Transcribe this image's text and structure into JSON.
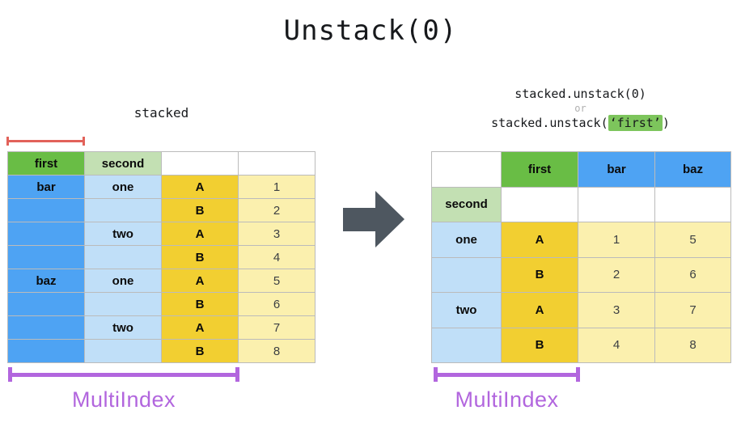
{
  "title": "Unstack(0)",
  "colors": {
    "green": "#69bd45",
    "ltgreen": "#c3e0b3",
    "blue": "#4ea3f3",
    "ltblue": "#c0dff8",
    "gold": "#f2cf31",
    "ltyellow": "#fbf0ae",
    "grid_line": "#bbbbbb",
    "purple": "#b266de",
    "red": "#e2625a",
    "arrow": "#4e5760",
    "highlight": "#7dc55c",
    "or_gray": "#b0b0b0"
  },
  "left_panel": {
    "caption": "stacked",
    "multiindex_label": "MultiIndex",
    "table_rows": [
      [
        [
          "first",
          "green",
          1
        ],
        [
          "second",
          "ltgreen",
          1
        ],
        [
          "",
          "white",
          0
        ],
        [
          "",
          "white",
          0
        ]
      ],
      [
        [
          "bar",
          "blue",
          1
        ],
        [
          "one",
          "ltblue",
          1
        ],
        [
          "A",
          "gold",
          1
        ],
        [
          "1",
          "ltyellow",
          0
        ]
      ],
      [
        [
          "",
          "blue",
          0
        ],
        [
          "",
          "ltblue",
          0
        ],
        [
          "B",
          "gold",
          1
        ],
        [
          "2",
          "ltyellow",
          0
        ]
      ],
      [
        [
          "",
          "blue",
          0
        ],
        [
          "two",
          "ltblue",
          1
        ],
        [
          "A",
          "gold",
          1
        ],
        [
          "3",
          "ltyellow",
          0
        ]
      ],
      [
        [
          "",
          "blue",
          0
        ],
        [
          "",
          "ltblue",
          0
        ],
        [
          "B",
          "gold",
          1
        ],
        [
          "4",
          "ltyellow",
          0
        ]
      ],
      [
        [
          "baz",
          "blue",
          1
        ],
        [
          "one",
          "ltblue",
          1
        ],
        [
          "A",
          "gold",
          1
        ],
        [
          "5",
          "ltyellow",
          0
        ]
      ],
      [
        [
          "",
          "blue",
          0
        ],
        [
          "",
          "ltblue",
          0
        ],
        [
          "B",
          "gold",
          1
        ],
        [
          "6",
          "ltyellow",
          0
        ]
      ],
      [
        [
          "",
          "blue",
          0
        ],
        [
          "two",
          "ltblue",
          1
        ],
        [
          "A",
          "gold",
          1
        ],
        [
          "7",
          "ltyellow",
          0
        ]
      ],
      [
        [
          "",
          "blue",
          0
        ],
        [
          "",
          "ltblue",
          0
        ],
        [
          "B",
          "gold",
          1
        ],
        [
          "8",
          "ltyellow",
          0
        ]
      ]
    ]
  },
  "right_panel": {
    "caption_line1": "stacked.unstack(0)",
    "caption_or": "or",
    "caption_line2_prefix": "stacked.unstack(",
    "caption_line2_highlight": "‘first’",
    "caption_line2_suffix": ")",
    "multiindex_label": "MultiIndex",
    "table_rows": [
      [
        [
          "",
          "white",
          0
        ],
        [
          "first",
          "green",
          1
        ],
        [
          "bar",
          "blue",
          1
        ],
        [
          "baz",
          "blue",
          1
        ]
      ],
      [
        [
          "second",
          "ltgreen",
          1
        ],
        [
          "",
          "white",
          0
        ],
        [
          "",
          "white",
          0
        ],
        [
          "",
          "white",
          0
        ]
      ],
      [
        [
          "one",
          "ltblue",
          1
        ],
        [
          "A",
          "gold",
          1
        ],
        [
          "1",
          "ltyellow",
          0
        ],
        [
          "5",
          "ltyellow",
          0
        ]
      ],
      [
        [
          "",
          "ltblue",
          0
        ],
        [
          "B",
          "gold",
          1
        ],
        [
          "2",
          "ltyellow",
          0
        ],
        [
          "6",
          "ltyellow",
          0
        ]
      ],
      [
        [
          "two",
          "ltblue",
          1
        ],
        [
          "A",
          "gold",
          1
        ],
        [
          "3",
          "ltyellow",
          0
        ],
        [
          "7",
          "ltyellow",
          0
        ]
      ],
      [
        [
          "",
          "ltblue",
          0
        ],
        [
          "B",
          "gold",
          1
        ],
        [
          "4",
          "ltyellow",
          0
        ],
        [
          "8",
          "ltyellow",
          0
        ]
      ]
    ]
  }
}
